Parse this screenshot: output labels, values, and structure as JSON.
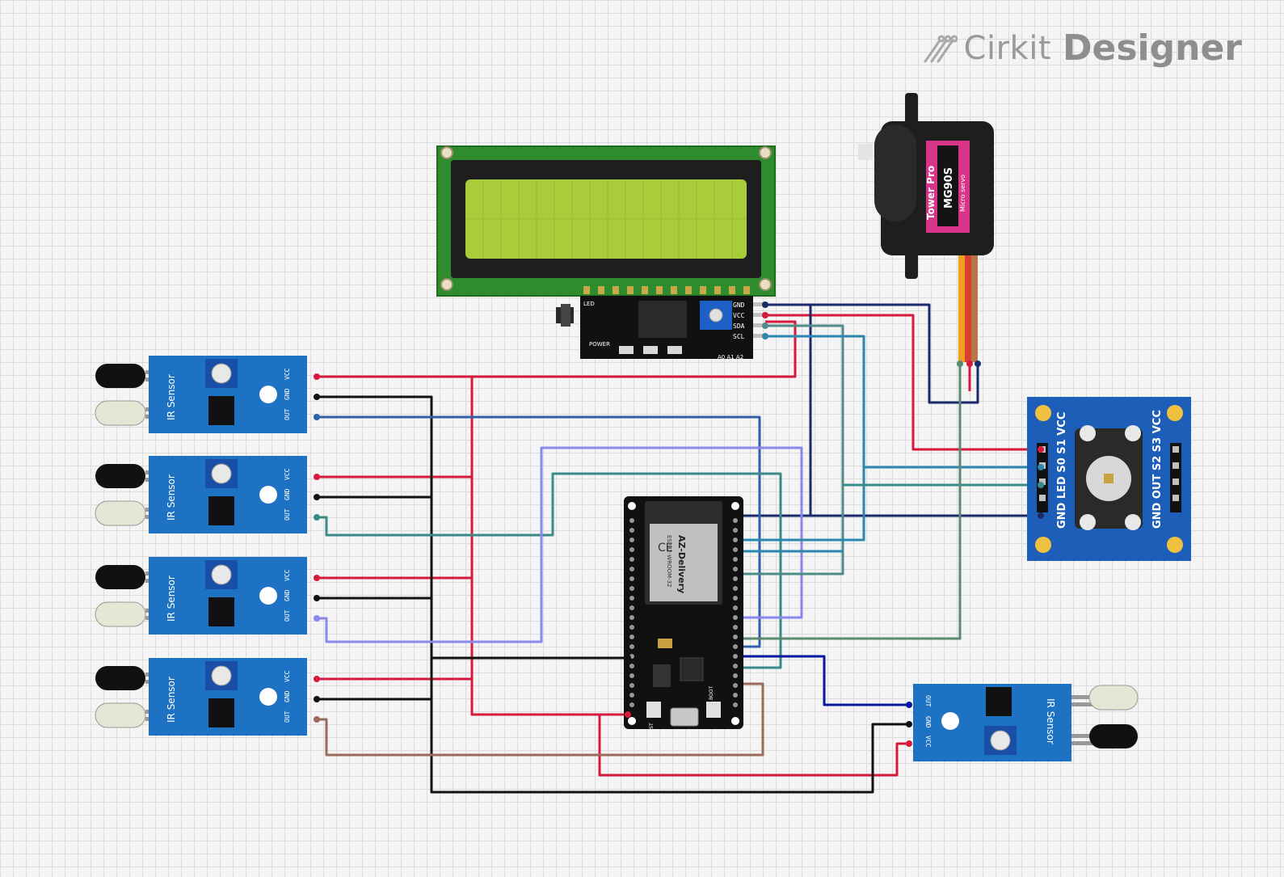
{
  "brand": {
    "name_light": "Cirkit",
    "name_bold": "Designer"
  },
  "components": {
    "lcd": {
      "pins": [
        "GND",
        "VCC",
        "SDA",
        "SCL"
      ],
      "led_label": "LED",
      "power_label": "POWER",
      "addr_label": "A0 A1 A2"
    },
    "servo": {
      "brand": "Tower Pro",
      "model": "MG90S",
      "subtitle": "Micro servo"
    },
    "esp32": {
      "module": "ESP32-WROOM-32",
      "maker": "AZ-Delivery",
      "ce": "CE",
      "rst": "RST",
      "boot": "BOOT"
    },
    "ir_sensor": {
      "label": "IR Sensor",
      "pins": [
        "VCC",
        "GND",
        "OUT"
      ]
    },
    "color_sensor": {
      "left_pins": "GND LED S0 S1 VCC",
      "right_pins": "GND OUT S2 S3 VCC"
    }
  },
  "colors": {
    "vcc": "#d61a3c",
    "gnd": "#111111",
    "wire_blue": "#2f5fa8",
    "wire_teal": "#3a8a8a",
    "wire_lilac": "#8888ee",
    "wire_brown": "#9a6a5a",
    "wire_navy": "#1a2a6a",
    "board_blue": "#1d72c4"
  }
}
